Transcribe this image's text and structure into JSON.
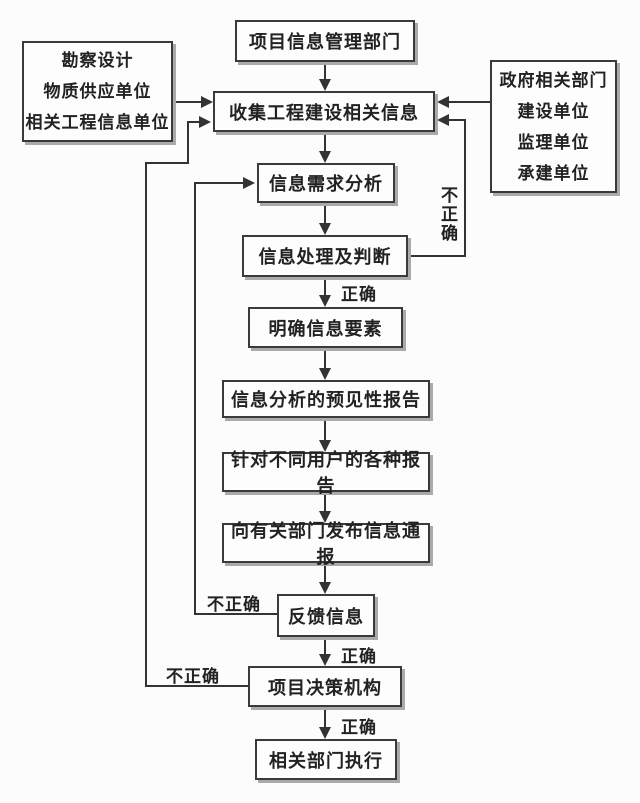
{
  "nodes": {
    "dept": "项目信息管理部门",
    "collect": "收集工程建设相关信息",
    "demand": "信息需求分析",
    "judge": "信息处理及判断",
    "clarify": "明确信息要素",
    "forecast": "信息分析的预见性报告",
    "reports": "针对不同用户的各种报告",
    "notify": "向有关部门发布信息通报",
    "feedback": "反馈信息",
    "decision": "项目决策机构",
    "execute": "相关部门执行"
  },
  "left_sources": {
    "line1": "勘察设计",
    "line2": "物质供应单位",
    "line3": "相关工程信息单位"
  },
  "right_sources": {
    "line1": "政府相关部门",
    "line2": "建设单位",
    "line3": "监理单位",
    "line4": "承建单位"
  },
  "edge_labels": {
    "correct_after_judge": "正确",
    "correct_after_feedback": "正确",
    "correct_after_decision": "正确",
    "incorrect_judge_loop": "不正确",
    "incorrect_feedback_loop": "不正确",
    "incorrect_decision_loop": "不正确"
  },
  "colors": {
    "background": "#fcfcfc",
    "connector_line": "#333333",
    "box_border": "#3a3a3a",
    "box_shadow": "#aaaaaa",
    "text": "#222222"
  }
}
